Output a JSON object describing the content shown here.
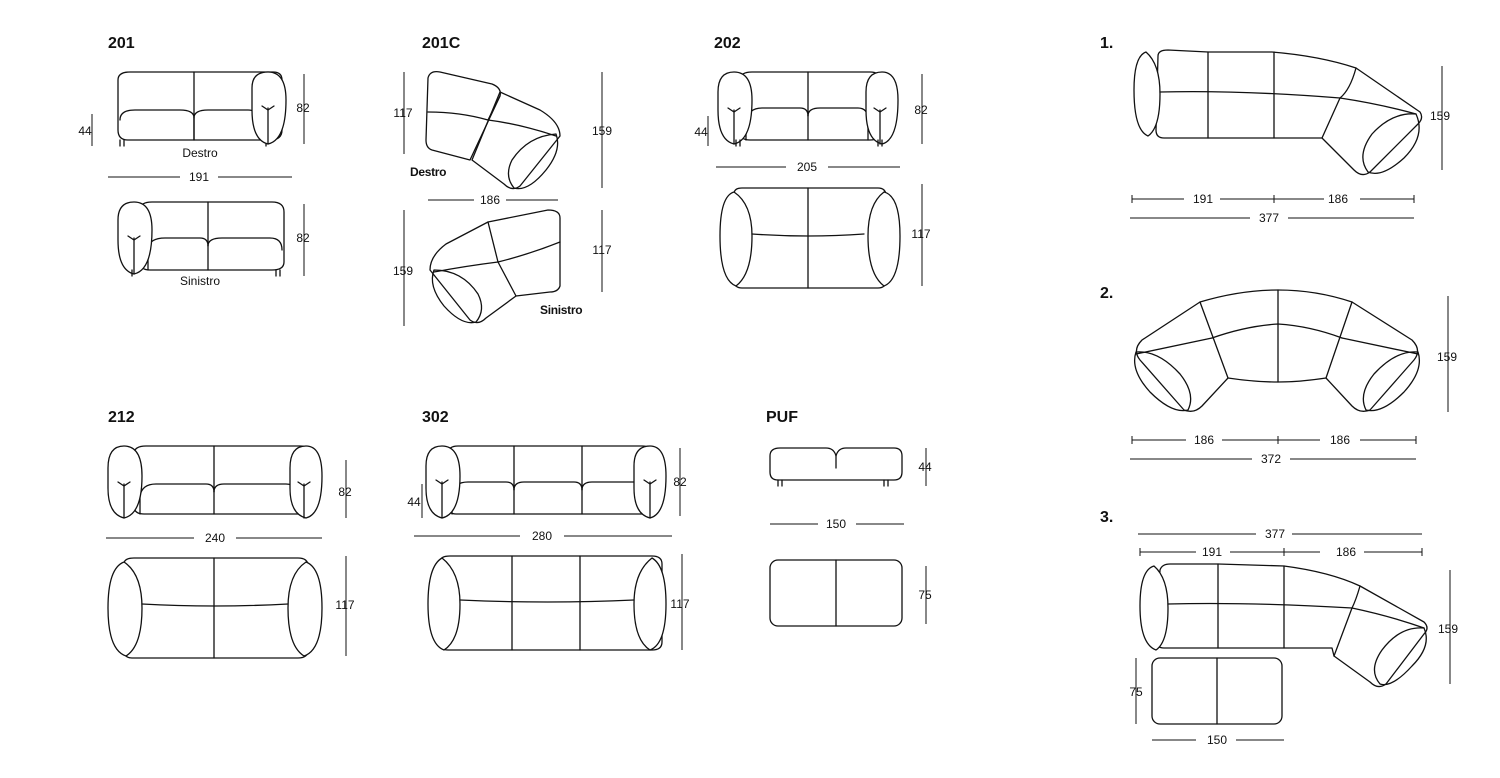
{
  "models": [
    {
      "code": "201",
      "views": [
        {
          "caption": "Destro",
          "dims": {
            "width": "191",
            "height": "82",
            "seat": "44"
          }
        },
        {
          "caption": "Sinistro",
          "dims": {
            "height": "82"
          }
        }
      ]
    },
    {
      "code": "201C",
      "views": [
        {
          "caption": "Destro",
          "dims": {
            "left": "117",
            "right": "159",
            "width": "186"
          }
        },
        {
          "caption": "Sinistro",
          "dims": {
            "left": "159",
            "right": "117"
          }
        }
      ]
    },
    {
      "code": "202",
      "dims": {
        "height": "82",
        "seat": "44",
        "width": "205",
        "depth": "117"
      }
    },
    {
      "code": "212",
      "dims": {
        "height": "82",
        "width": "240",
        "depth": "117"
      }
    },
    {
      "code": "302",
      "dims": {
        "height": "82",
        "seat": "44",
        "width": "280",
        "depth": "117"
      }
    },
    {
      "code": "PUF",
      "dims": {
        "height": "44",
        "width": "150",
        "depth": "75"
      }
    }
  ],
  "compositions": [
    {
      "label": "1.",
      "dims": {
        "a": "191",
        "b": "186",
        "total": "377",
        "depth": "159"
      }
    },
    {
      "label": "2.",
      "dims": {
        "a": "186",
        "b": "186",
        "total": "372",
        "depth": "159"
      }
    },
    {
      "label": "3.",
      "dims": {
        "total": "377",
        "a": "191",
        "b": "186",
        "depth": "159",
        "puf_depth": "75",
        "puf_width": "150"
      }
    }
  ]
}
